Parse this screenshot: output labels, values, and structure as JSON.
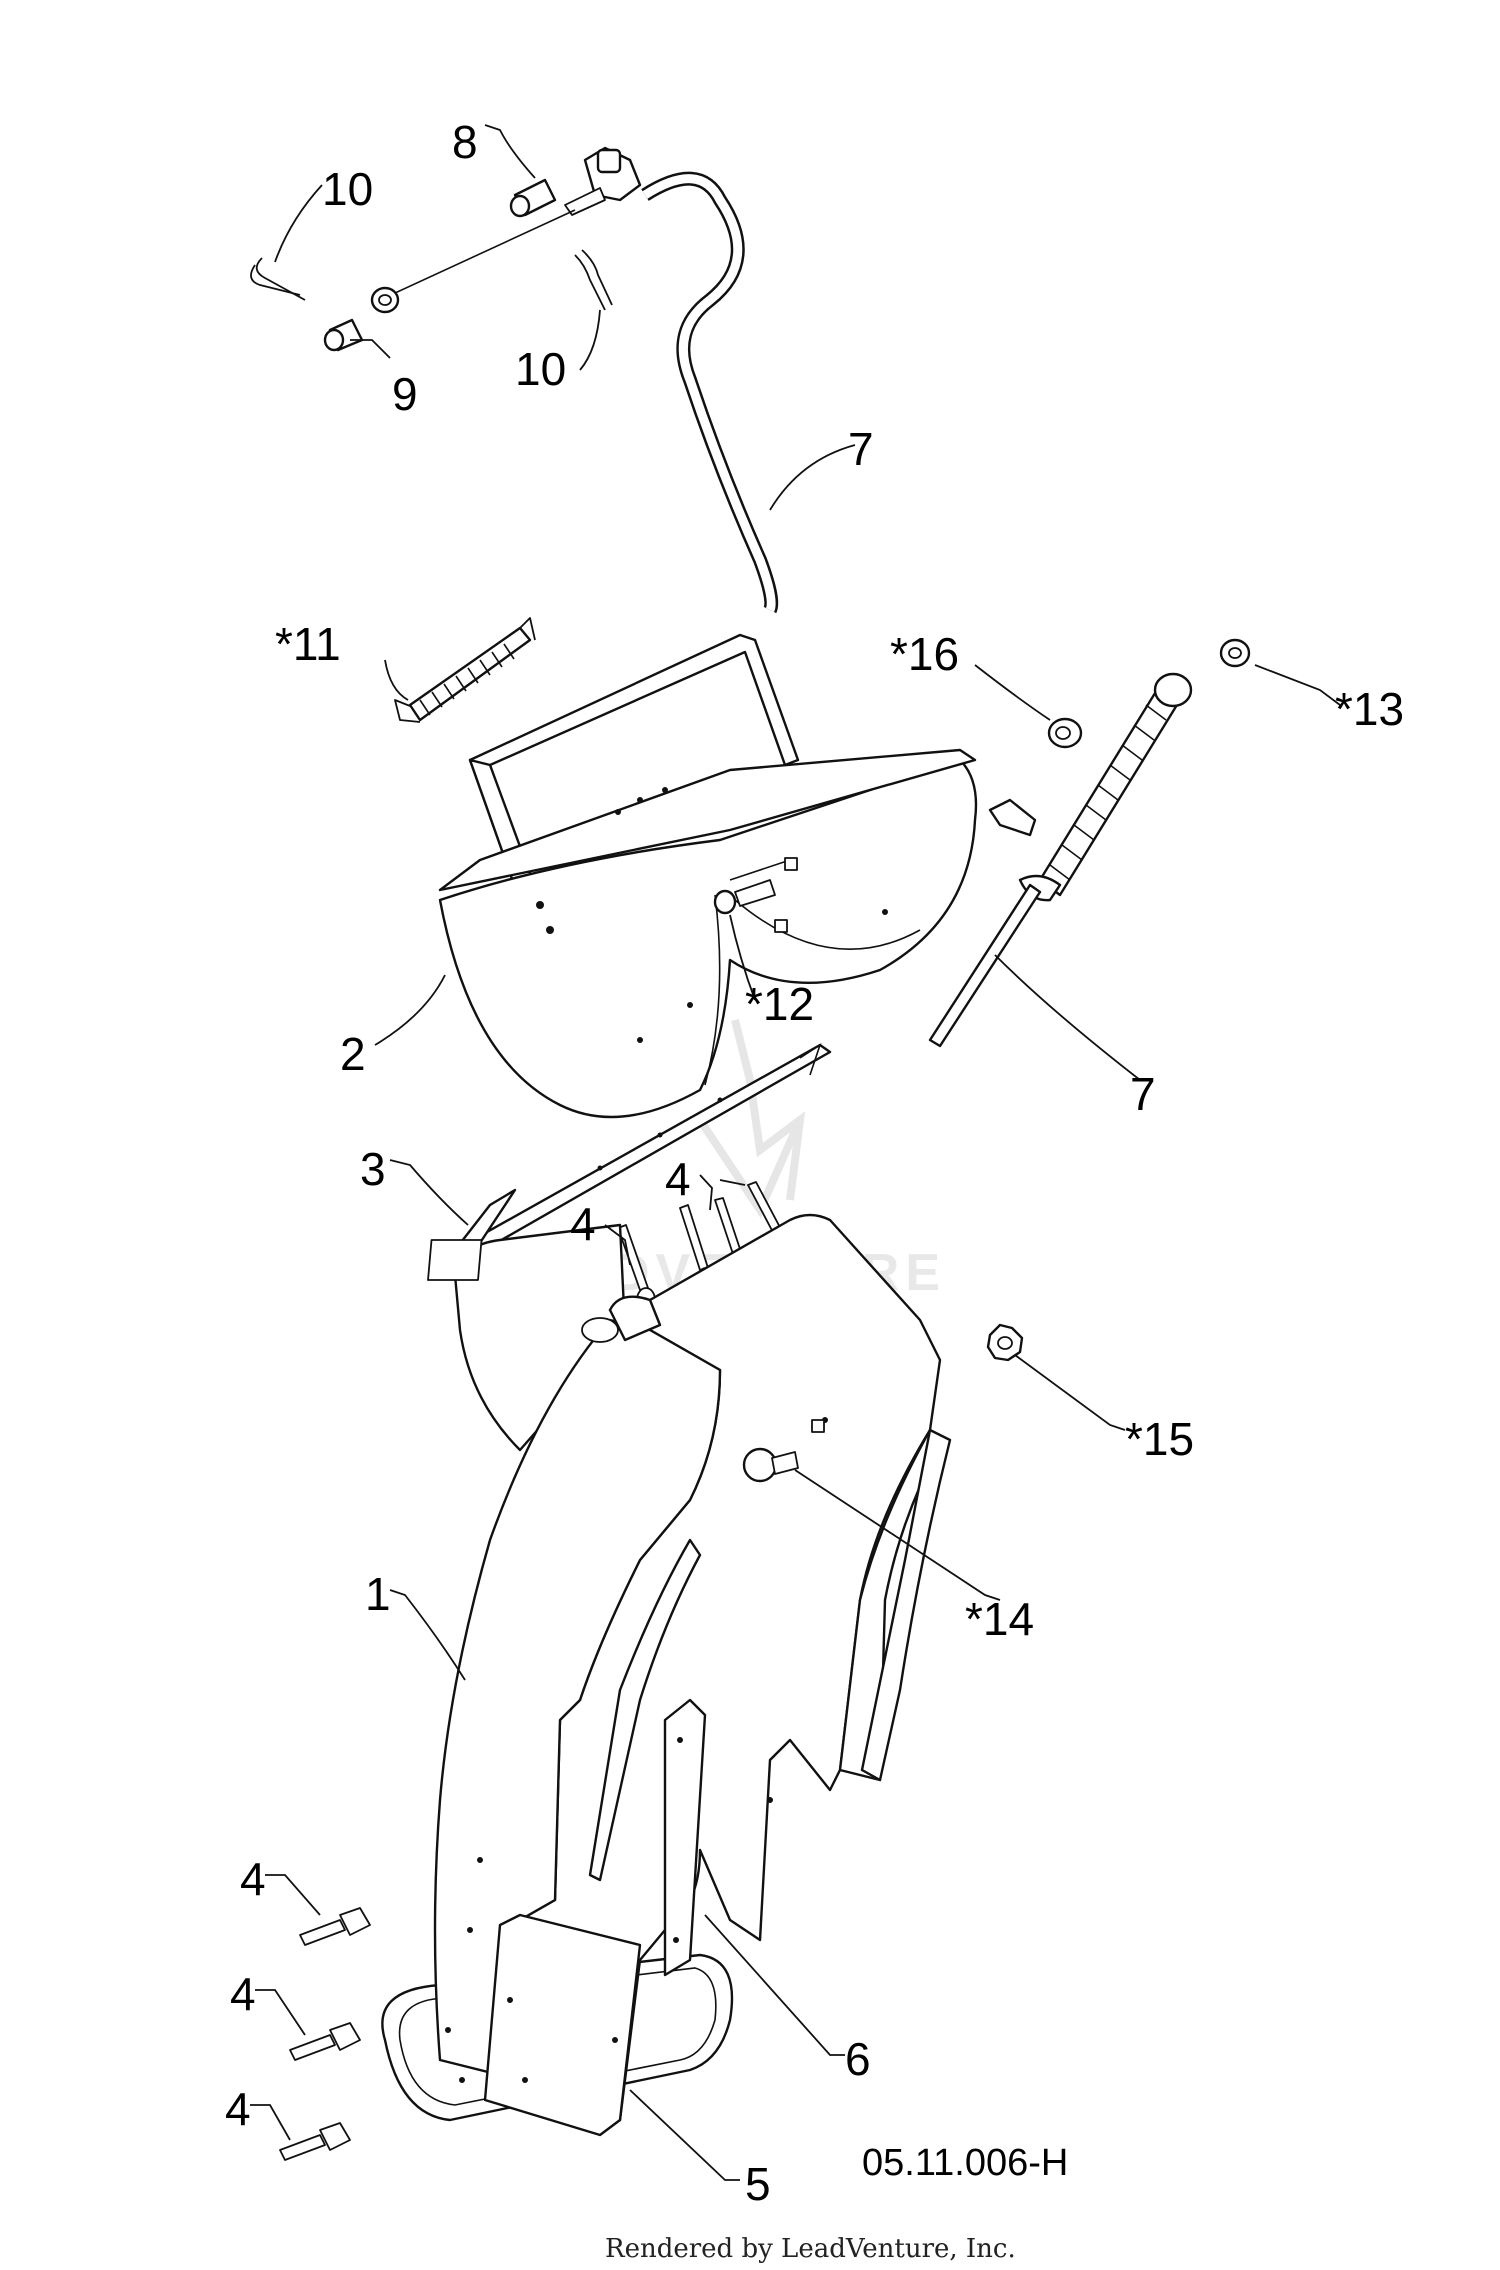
{
  "diagram": {
    "callouts": {
      "c1": "1",
      "c2": "2",
      "c3": "3",
      "c4a": "4",
      "c4b": "4",
      "c4c": "4",
      "c4d": "4",
      "c4e": "4",
      "c5": "5",
      "c6": "6",
      "c7a": "7",
      "c7b": "7",
      "c8": "8",
      "c9": "9",
      "c10a": "10",
      "c10b": "10",
      "c11": "*11",
      "c12": "*12",
      "c13": "*13",
      "c14": "*14",
      "c15": "*15",
      "c16": "*16"
    },
    "drawing_code": "05.11.006-H",
    "watermark_text": "LEADVENTURE",
    "credit": "Rendered by LeadVenture, Inc."
  }
}
